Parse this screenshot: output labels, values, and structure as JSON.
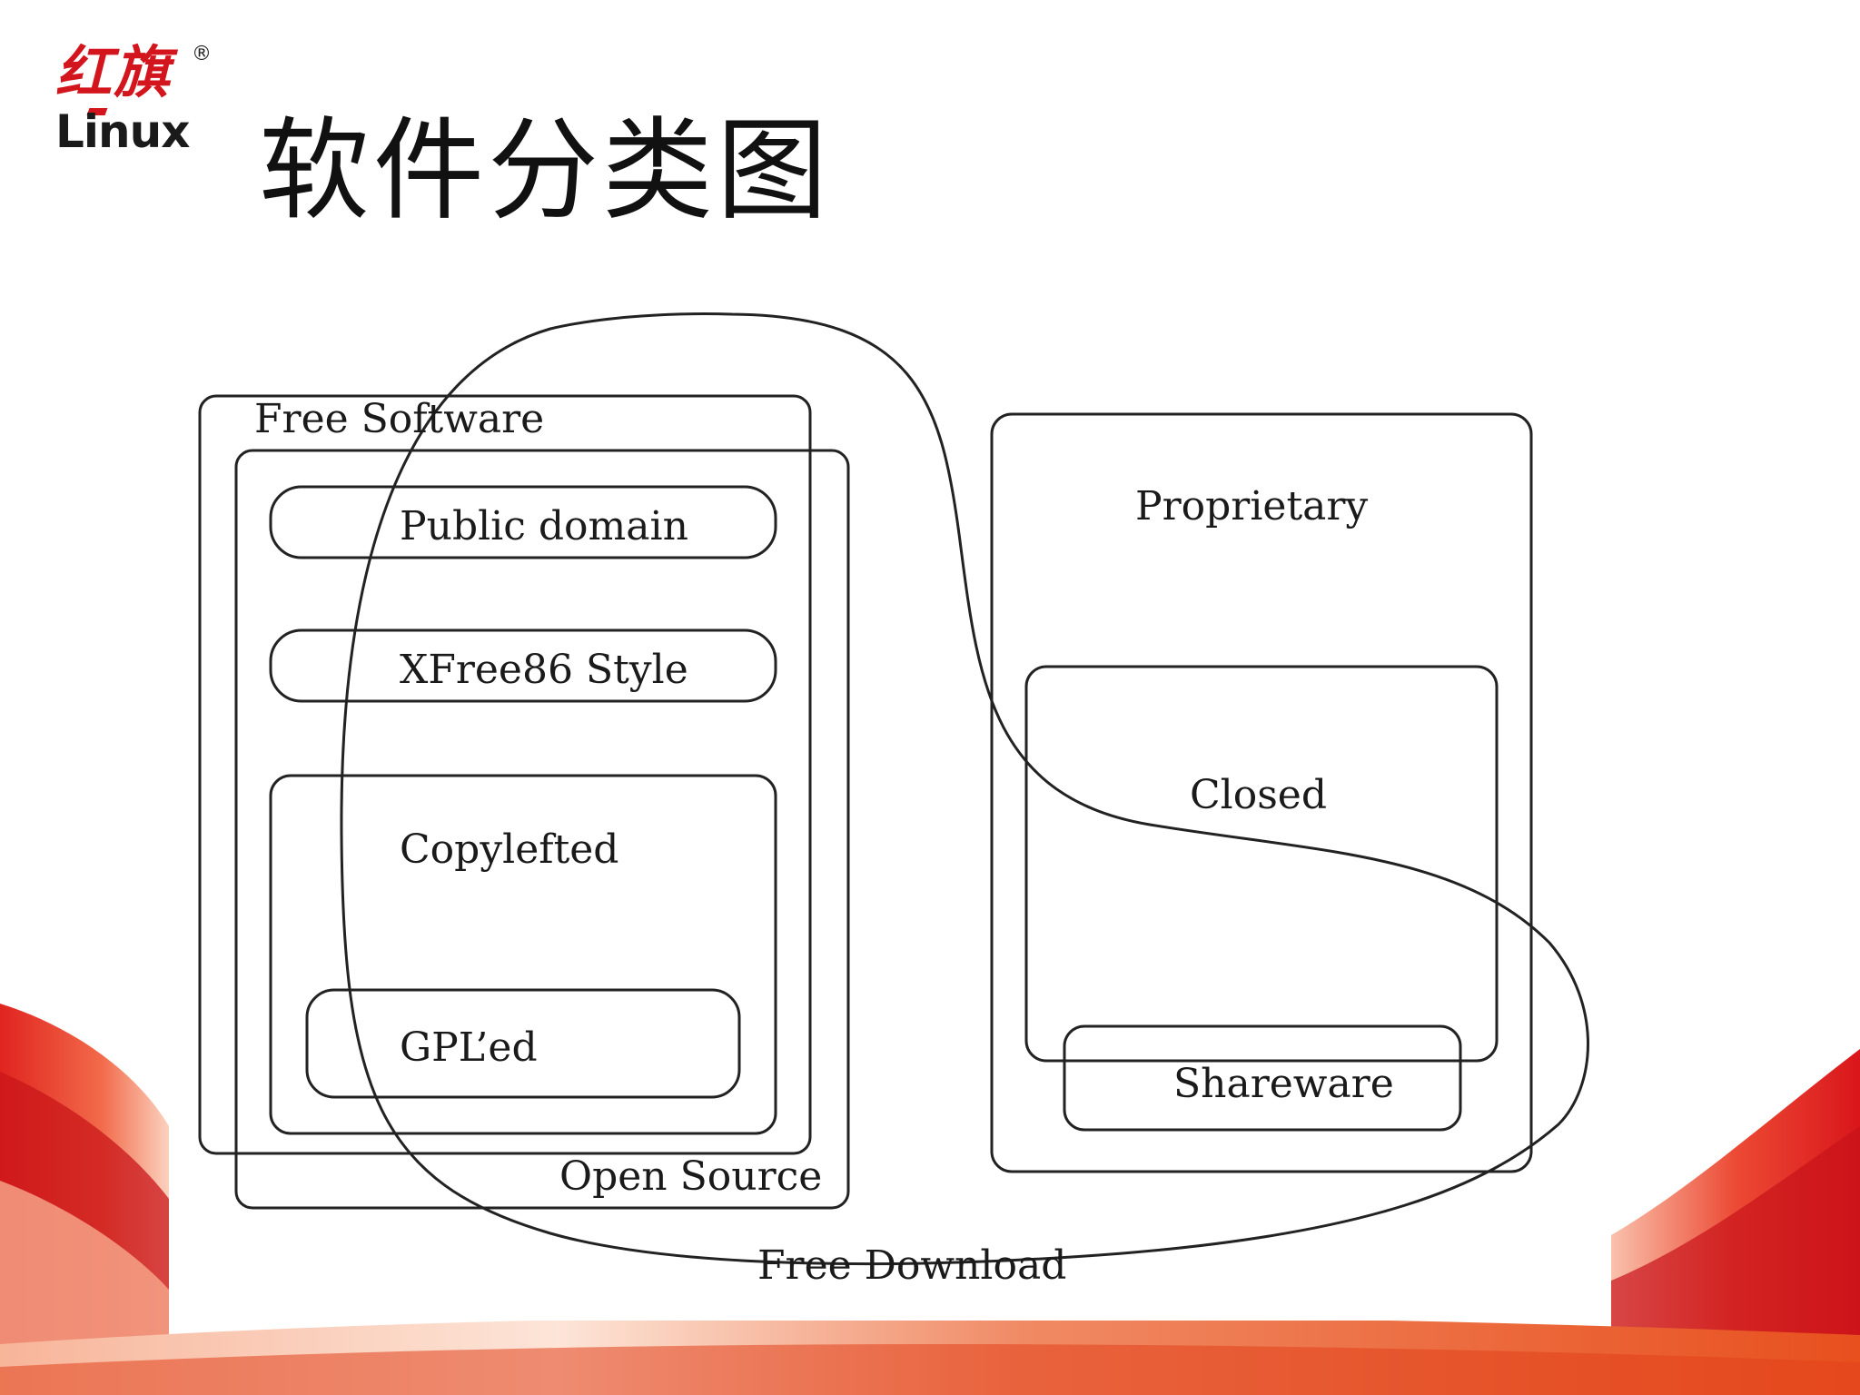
{
  "logo": {
    "chinese": "红旗",
    "english": "Linux",
    "registered": "®"
  },
  "title": "软件分类图",
  "diagram": {
    "labels": {
      "free_software": "Free Software",
      "public_domain": "Public domain",
      "xfree86_style": "XFree86 Style",
      "copylefted": "Copylefted",
      "gpled": "GPL’ed",
      "open_source": "Open Source",
      "proprietary": "Proprietary",
      "closed": "Closed",
      "shareware": "Shareware",
      "free_download": "Free Download"
    }
  },
  "colors": {
    "brand_red": "#d3161d",
    "text": "#1a1a1a",
    "line": "#222222"
  }
}
